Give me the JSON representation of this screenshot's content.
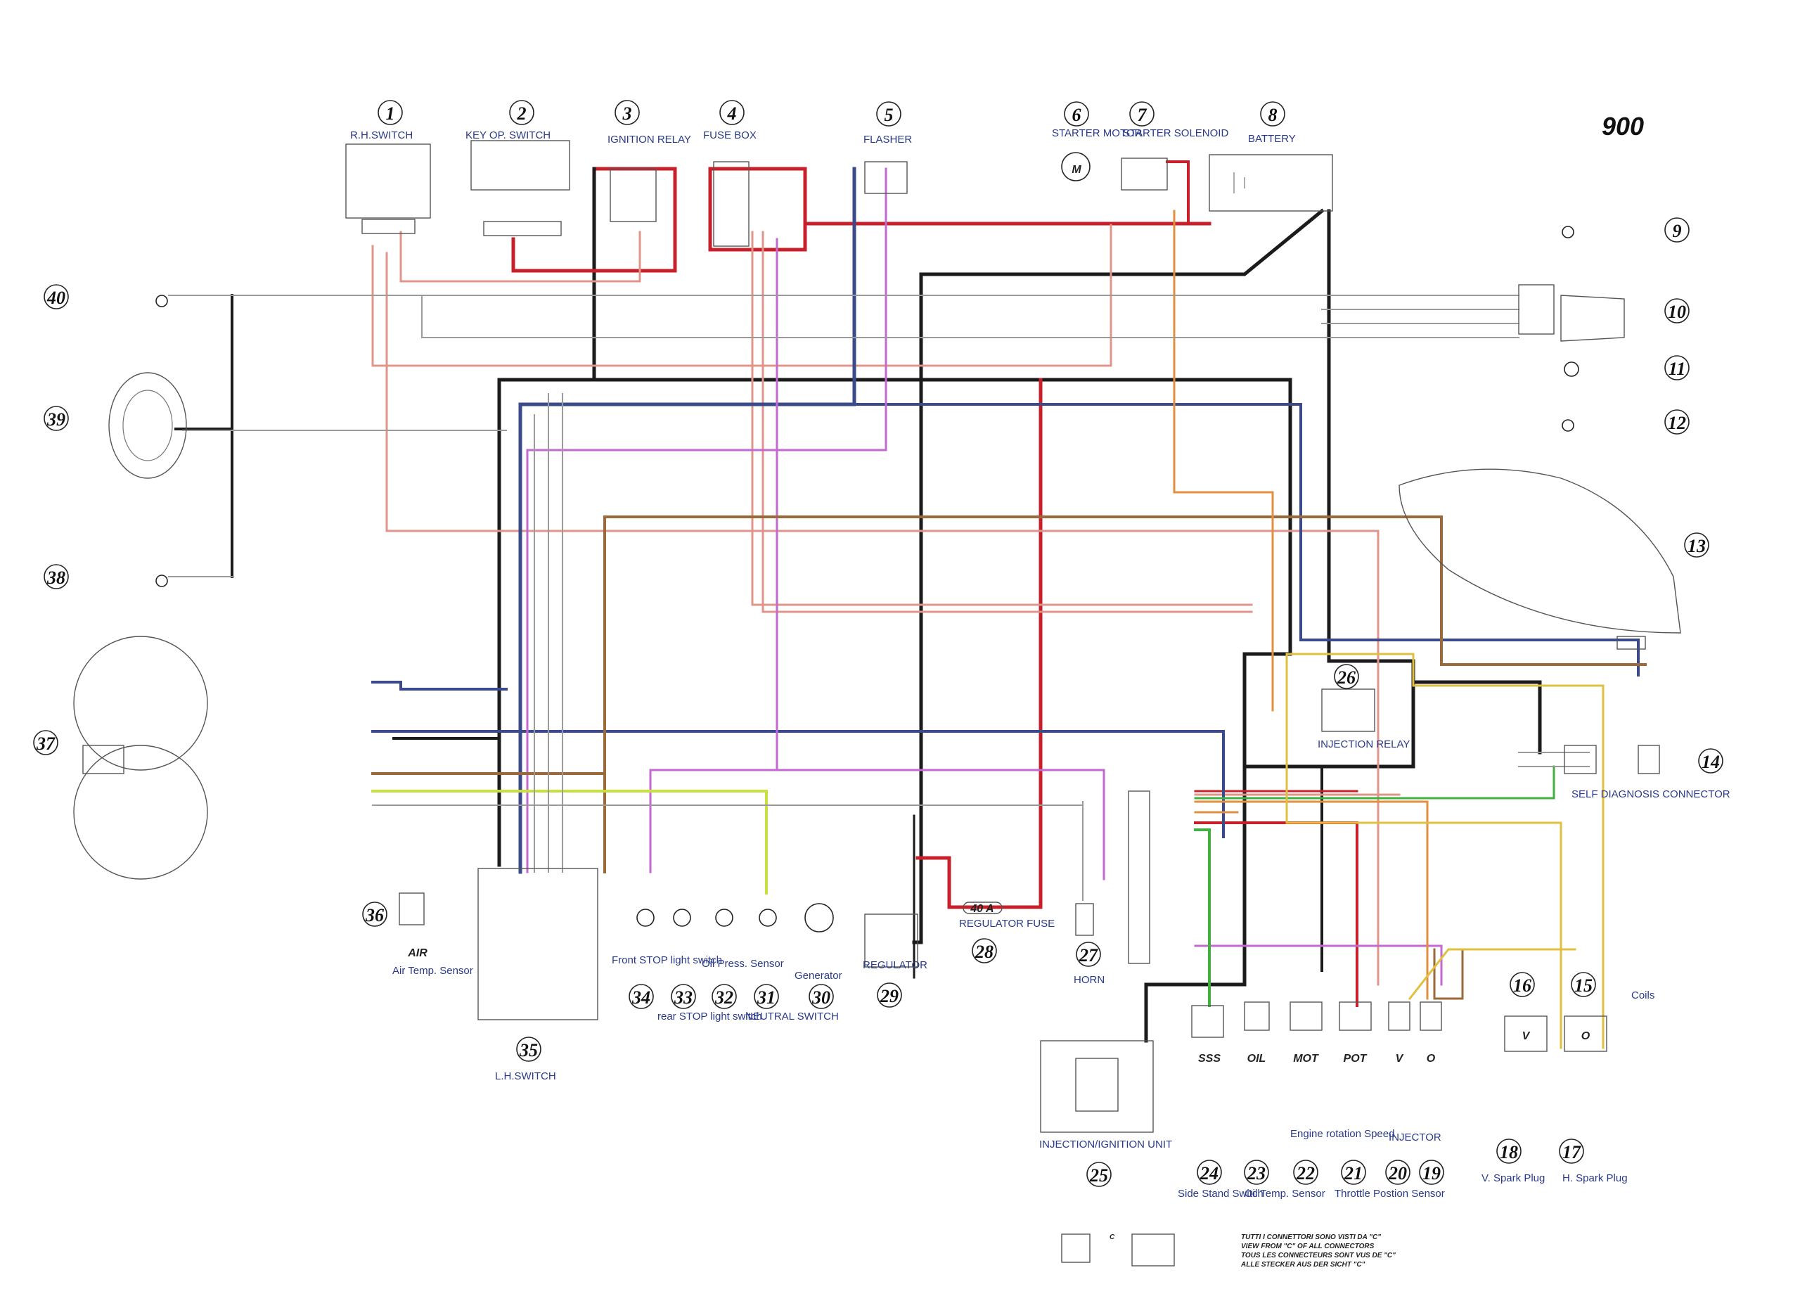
{
  "title": "900",
  "colors": {
    "black": "#1b1b1b",
    "red": "#c8202a",
    "pink_red": "#e0948a",
    "blue": "#3a4a8a",
    "violet": "#c36ad0",
    "brown": "#9a6a3a",
    "orange": "#e09040",
    "yellow_green": "#c8e040",
    "green": "#40b040",
    "yellow": "#e0c040",
    "grey": "#9a9a9a"
  },
  "components": [
    {
      "num": "1",
      "label": "R.H.SWITCH"
    },
    {
      "num": "2",
      "label": "KEY OP. SWITCH"
    },
    {
      "num": "3",
      "label": "IGNITION RELAY"
    },
    {
      "num": "4",
      "label": "FUSE BOX"
    },
    {
      "num": "5",
      "label": "FLASHER"
    },
    {
      "num": "6",
      "label": "STARTER MOTOR"
    },
    {
      "num": "7",
      "label": "STARTER SOLENOID"
    },
    {
      "num": "8",
      "label": "BATTERY"
    },
    {
      "num": "9",
      "label": ""
    },
    {
      "num": "10",
      "label": ""
    },
    {
      "num": "11",
      "label": ""
    },
    {
      "num": "12",
      "label": ""
    },
    {
      "num": "13",
      "label": ""
    },
    {
      "num": "14",
      "label": "SELF DIAGNOSIS CONNECTOR"
    },
    {
      "num": "15",
      "label": "Coils"
    },
    {
      "num": "16",
      "label": ""
    },
    {
      "num": "17",
      "label": "H. Spark Plug"
    },
    {
      "num": "18",
      "label": "V. Spark Plug"
    },
    {
      "num": "19",
      "label": "INJECTOR"
    },
    {
      "num": "20",
      "label": ""
    },
    {
      "num": "21",
      "label": "Throttle Postion Sensor"
    },
    {
      "num": "22",
      "label": "Engine rotation Speed"
    },
    {
      "num": "23",
      "label": "Oil Temp. Sensor"
    },
    {
      "num": "24",
      "label": "Side Stand Switch"
    },
    {
      "num": "25",
      "label": "INJECTION/IGNITION UNIT"
    },
    {
      "num": "26",
      "label": "INJECTION RELAY"
    },
    {
      "num": "27",
      "label": "HORN"
    },
    {
      "num": "28",
      "label": "REGULATOR FUSE"
    },
    {
      "num": "29",
      "label": "REGULATOR"
    },
    {
      "num": "30",
      "label": "Generator"
    },
    {
      "num": "31",
      "label": "NEUTRAL SWITCH"
    },
    {
      "num": "32",
      "label": "Oil Press. Sensor"
    },
    {
      "num": "33",
      "label": "rear STOP light switch"
    },
    {
      "num": "34",
      "label": "Front STOP light switch"
    },
    {
      "num": "35",
      "label": "L.H.SWITCH"
    },
    {
      "num": "36",
      "label": "Air Temp. Sensor"
    },
    {
      "num": "37",
      "label": ""
    },
    {
      "num": "38",
      "label": ""
    },
    {
      "num": "39",
      "label": ""
    },
    {
      "num": "40",
      "label": ""
    }
  ],
  "misc": {
    "air": "AIR",
    "fuse_40a": "40 A",
    "motor_symbol": "M",
    "injector_tags": [
      "SSS",
      "OIL",
      "MOT",
      "POT",
      "V",
      "O"
    ],
    "coil_v": "V",
    "coil_o": "O",
    "connector_note": [
      "TUTTI I CONNETTORI SONO VISTI DA \"C\"",
      "VIEW FROM \"C\" OF ALL CONNECTORS",
      "TOUS LES CONNECTEURS SONT VUS DE \"C\"",
      "ALLE STECKER AUS DER SICHT \"C\""
    ],
    "connector_c": "C"
  }
}
